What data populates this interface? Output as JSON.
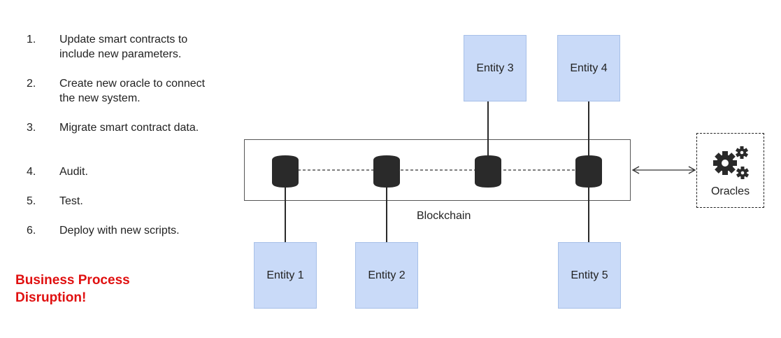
{
  "steps": [
    {
      "number": "1.",
      "text": "Update smart contracts to include new parameters."
    },
    {
      "number": "2.",
      "text": "Create new oracle to connect the new system."
    },
    {
      "number": "3.",
      "text": "Migrate smart contract data."
    },
    {
      "number": "4.",
      "text": "Audit."
    },
    {
      "number": "5.",
      "text": "Test."
    },
    {
      "number": "6.",
      "text": "Deploy with new scripts."
    }
  ],
  "warning": "Business Process Disruption!",
  "diagram": {
    "blockchain_label": "Blockchain",
    "oracles_label": "Oracles",
    "entities": [
      "Entity 1",
      "Entity 2",
      "Entity 3",
      "Entity 4",
      "Entity 5"
    ]
  },
  "colors": {
    "warning": "#e01010",
    "entity_fill": "#c9daf8",
    "node_fill": "#2a2a2a"
  },
  "icons": {
    "node": "database-icon",
    "oracles": "gears-icon"
  }
}
